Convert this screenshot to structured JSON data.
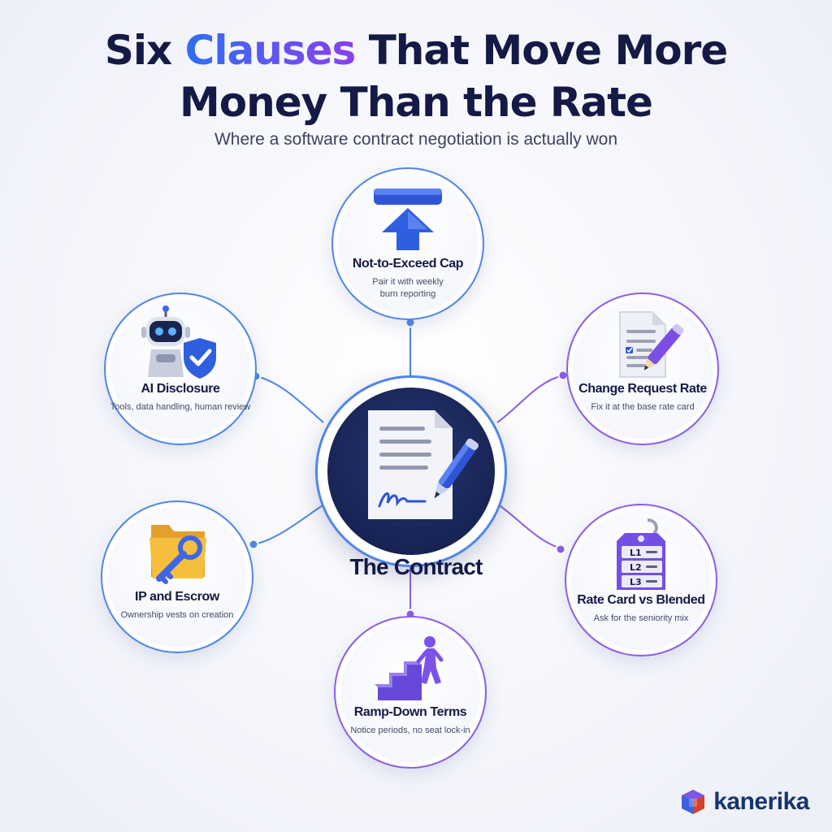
{
  "title": {
    "part1": "Six ",
    "accent": "Clauses",
    "part2": " That Move More",
    "line2": "Money Than the Rate"
  },
  "subtitle": "Where a software contract negotiation is actually won",
  "center": {
    "label": "The Contract",
    "icon": "signed-contract-with-pen-icon"
  },
  "clauses": {
    "cap": {
      "label": "Not-to-Exceed Cap",
      "desc": "Pair it with weekly burn reporting",
      "icon": "cap-up-arrow-icon"
    },
    "change": {
      "label": "Change Request Rate",
      "desc": "Fix it at the base rate card",
      "icon": "document-pencil-icon"
    },
    "rate": {
      "label": "Rate Card vs Blended",
      "desc": "Ask for the seniority mix",
      "icon": "rate-card-tag-icon",
      "tag_levels": [
        "L1",
        "L2",
        "L3"
      ]
    },
    "ramp": {
      "label": "Ramp-Down Terms",
      "desc": "Notice periods, no seat lock-in",
      "icon": "stairs-person-icon"
    },
    "ip": {
      "label": "IP and Escrow",
      "desc": "Ownership vests on creation",
      "icon": "folder-key-icon"
    },
    "ai": {
      "label": "AI Disclosure",
      "desc": "Tools, data handling, human review",
      "icon": "robot-shield-icon"
    }
  },
  "brand": {
    "name": "kanerika",
    "icon": "kanerika-cube-logo-icon"
  },
  "colors": {
    "blue": "#4f86ea",
    "purple": "#8b5de8",
    "navy": "#141a45",
    "center_fill": "#182455"
  }
}
